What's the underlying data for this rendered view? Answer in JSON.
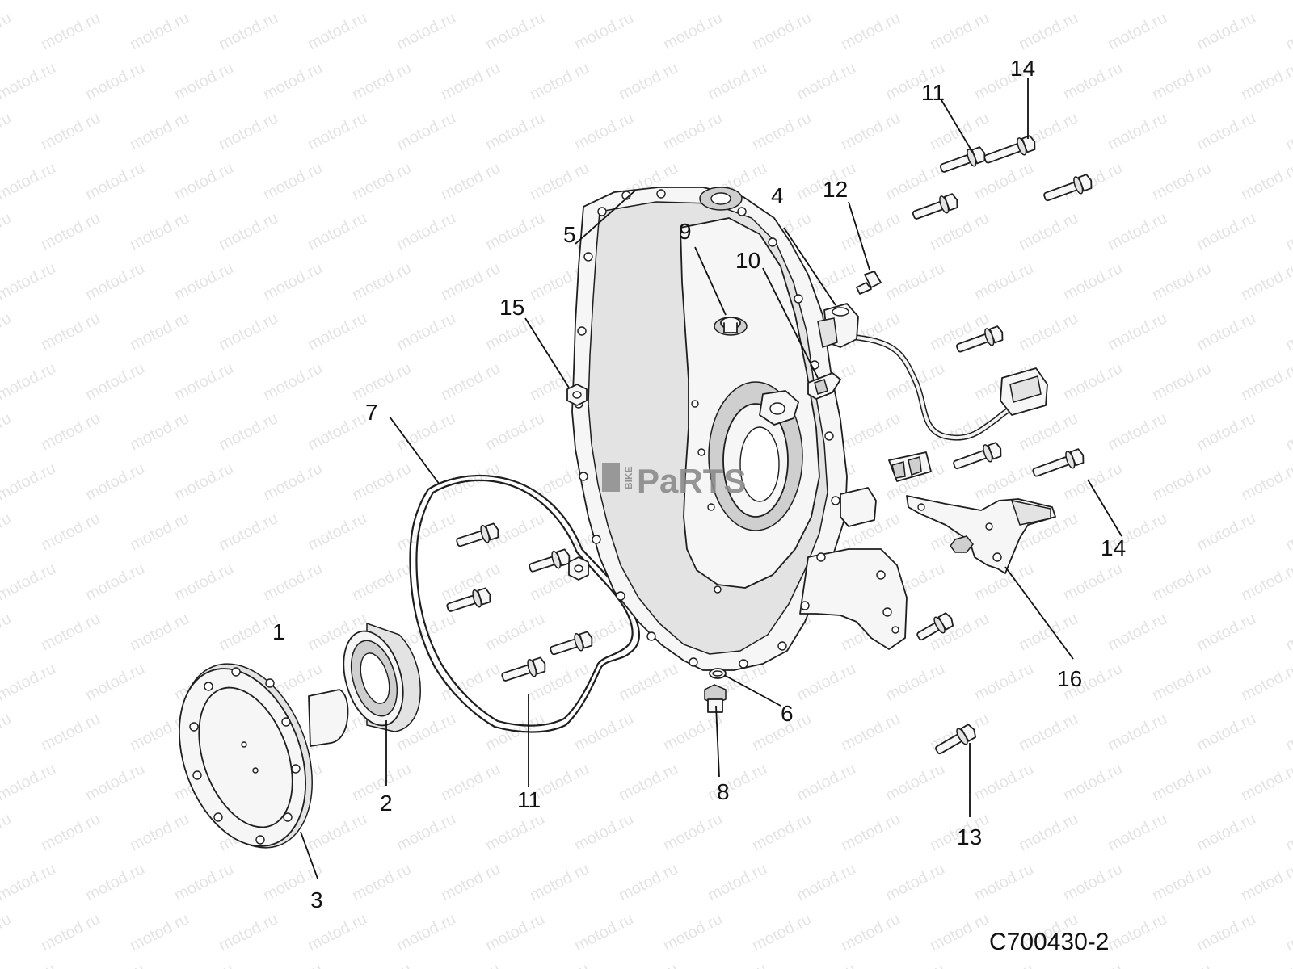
{
  "watermark": {
    "text": "motod.ru"
  },
  "logo": {
    "small_text": "BIKE",
    "big_text": "PaRTS"
  },
  "drawing_id": "C700430-2",
  "callouts": {
    "c1": "1",
    "c2": "2",
    "c3": "3",
    "c4": "4",
    "c5": "5",
    "c6": "6",
    "c7": "7",
    "c8": "8",
    "c9": "9",
    "c10": "10",
    "c11a": "11",
    "c11b": "11",
    "c12": "12",
    "c13": "13",
    "c14a": "14",
    "c14b": "14",
    "c15": "15",
    "c16": "16"
  },
  "colors": {
    "line": "#1e1e1e",
    "part_fill": "#f6f6f6",
    "watermark": "#cfcfcf",
    "logo": "#8b8b8b"
  }
}
